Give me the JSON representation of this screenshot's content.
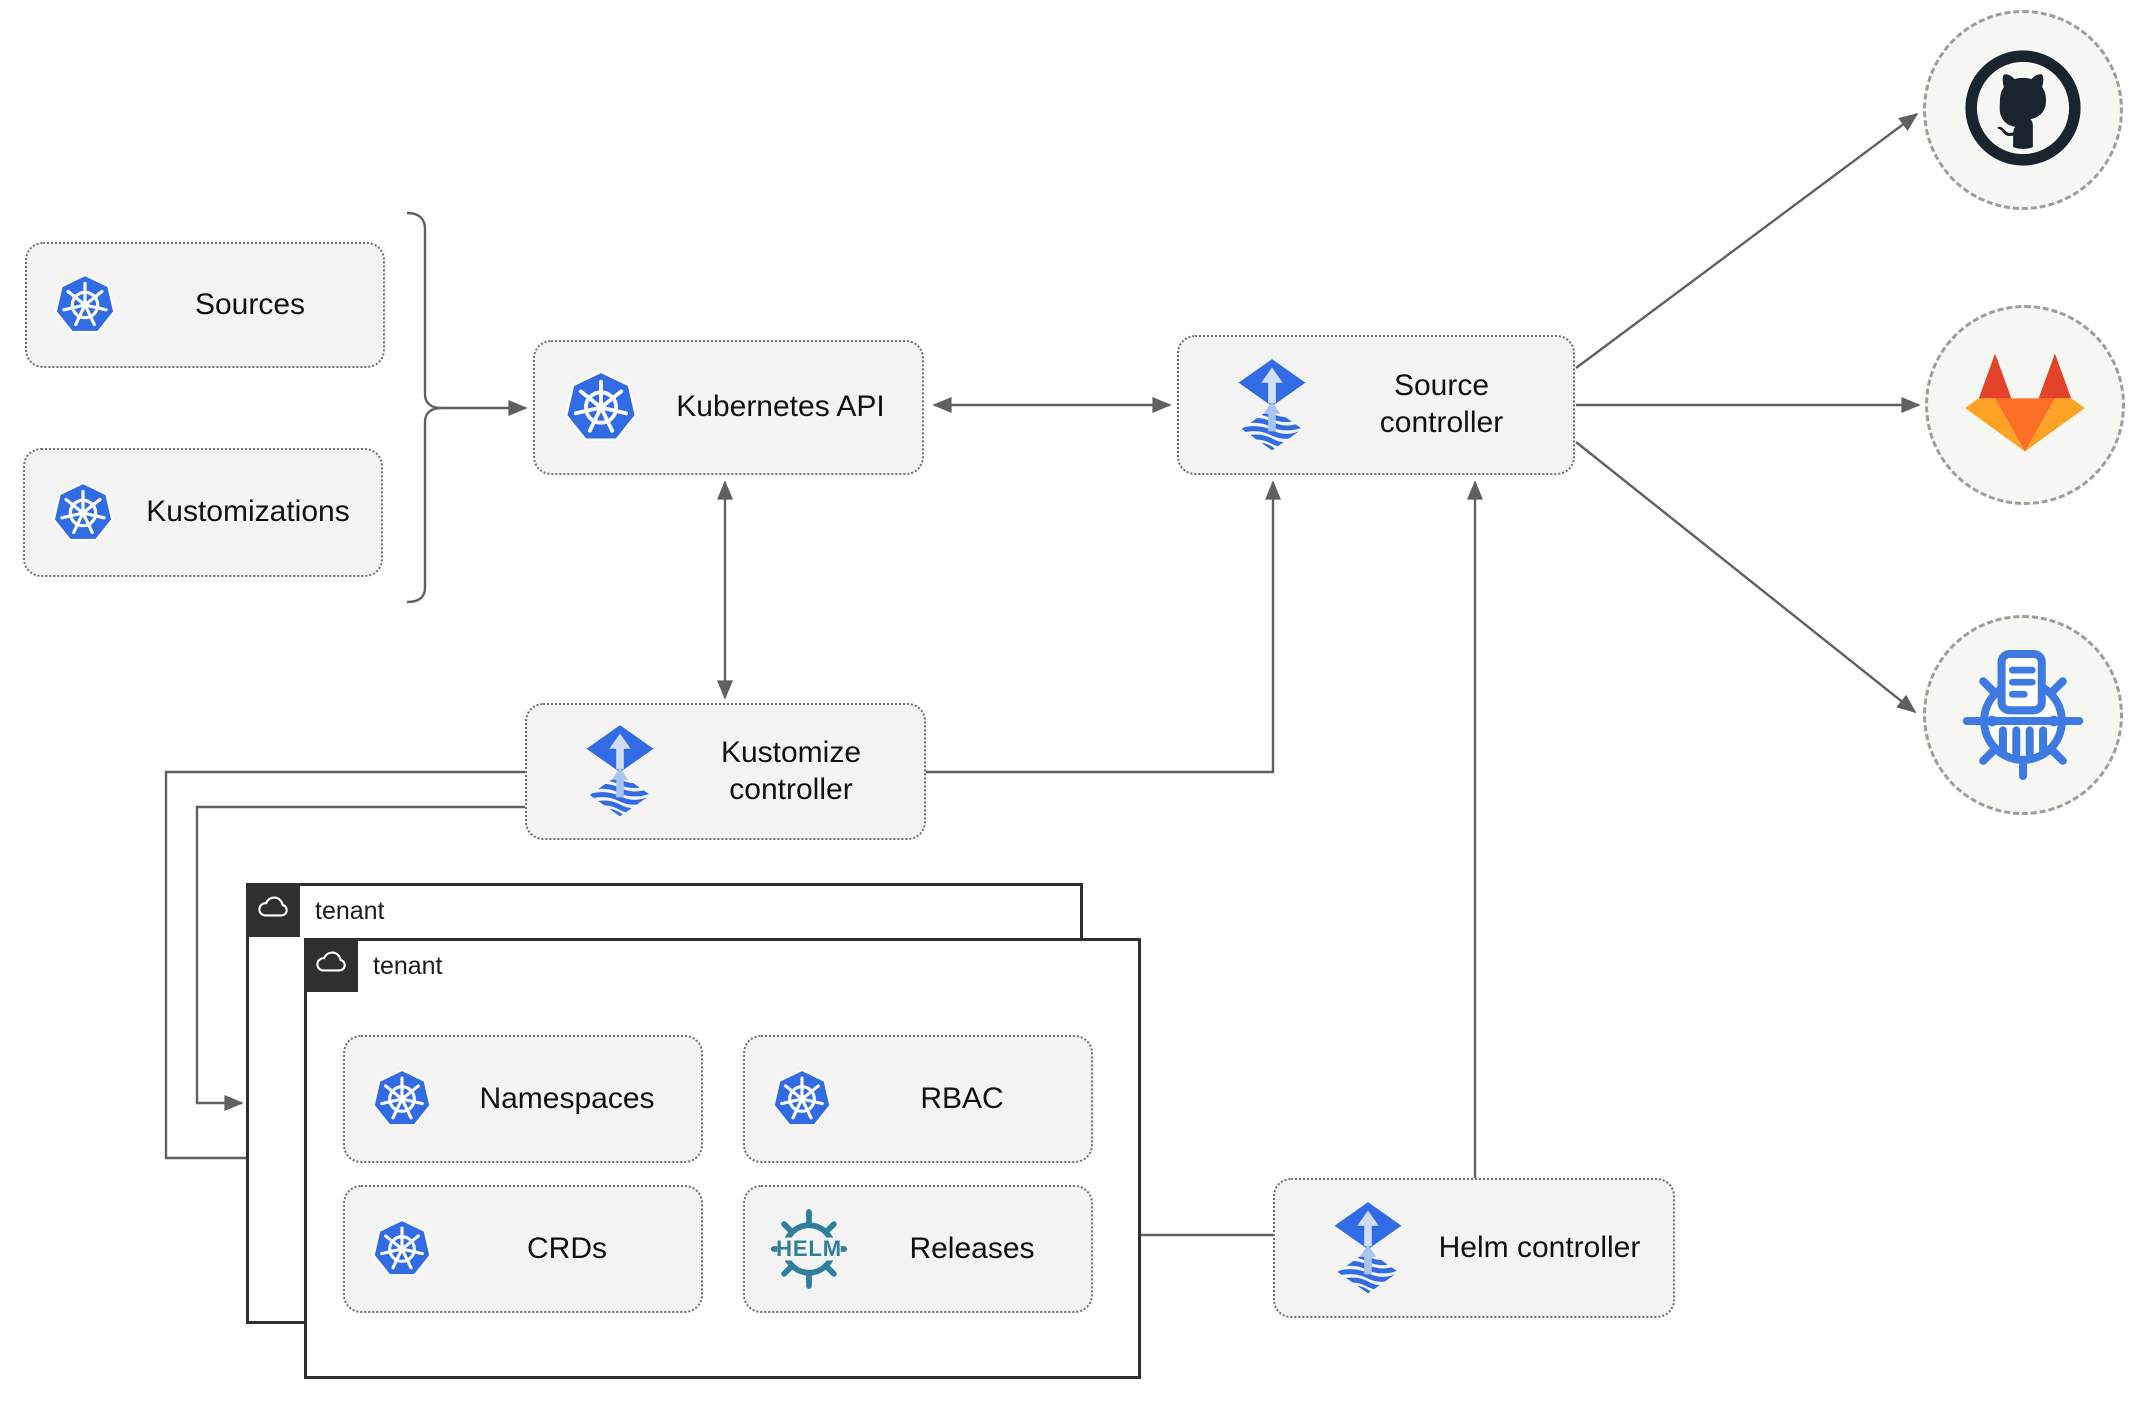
{
  "colors": {
    "canvas_bg": "#ffffff",
    "box_bg": "#f4f4f4",
    "box_border": "#707070",
    "tenant_border": "#2f2f2f",
    "tab_bg": "#2f2f2f",
    "circle_bg": "#f7f7f3",
    "circle_border": "#9e9e9e",
    "arrow_gray": "#606060",
    "label_color": "#111111",
    "k8s_blue": "#326ce5",
    "flux_blue": "#316ce4",
    "flux_light": "#cfdef6",
    "flux_arrow": "#a9c4ee",
    "helm_teal": "#2e7f9e",
    "cm_blue": "#3e7ae2",
    "github_dark": "#1a242f",
    "gitlab_dark_orange": "#e24329",
    "gitlab_orange": "#fc6d26",
    "gitlab_light_orange": "#fca326"
  },
  "nodes": {
    "sources": {
      "label": "Sources",
      "icon": "kubernetes"
    },
    "kustomizations": {
      "label": "Kustomizations",
      "icon": "kubernetes"
    },
    "kubernetes_api": {
      "label": "Kubernetes API",
      "icon": "kubernetes"
    },
    "source_controller": {
      "label": "Source controller",
      "icon": "flux"
    },
    "kustomize_controller": {
      "label": "Kustomize controller",
      "icon": "flux"
    },
    "helm_controller": {
      "label": "Helm controller",
      "icon": "flux"
    },
    "namespaces": {
      "label": "Namespaces",
      "icon": "kubernetes"
    },
    "rbac": {
      "label": "RBAC",
      "icon": "kubernetes"
    },
    "crds": {
      "label": "CRDs",
      "icon": "kubernetes"
    },
    "releases": {
      "label": "Releases",
      "icon": "helm"
    }
  },
  "tenants": {
    "back": {
      "label": "tenant",
      "icon": "cloud"
    },
    "front": {
      "label": "tenant",
      "icon": "cloud"
    }
  },
  "externals": [
    {
      "name": "github",
      "icon": "github-logo"
    },
    {
      "name": "gitlab",
      "icon": "gitlab-logo"
    },
    {
      "name": "chartmuseum",
      "icon": "chartmuseum-logo"
    }
  ],
  "icons": {
    "helm_wordmark": "HELM"
  },
  "edges": [
    {
      "from": "sources + kustomizations",
      "to": "kubernetes_api",
      "style": "brace-arrow"
    },
    {
      "from": "kubernetes_api",
      "to": "source_controller",
      "style": "double-arrow"
    },
    {
      "from": "kubernetes_api",
      "to": "kustomize_controller",
      "style": "double-arrow"
    },
    {
      "from": "kustomize_controller",
      "to": "source_controller",
      "style": "arrow"
    },
    {
      "from": "kustomize_controller",
      "to": "tenant_front",
      "style": "arrow"
    },
    {
      "from": "kustomize_controller",
      "to": "tenant_back",
      "style": "arrow"
    },
    {
      "from": "helm_controller",
      "to": "source_controller",
      "style": "arrow"
    },
    {
      "from": "helm_controller",
      "to": "releases",
      "style": "arrow"
    },
    {
      "from": "source_controller",
      "to": "github",
      "style": "arrow"
    },
    {
      "from": "source_controller",
      "to": "gitlab",
      "style": "arrow"
    },
    {
      "from": "source_controller",
      "to": "chartmuseum",
      "style": "arrow"
    }
  ]
}
